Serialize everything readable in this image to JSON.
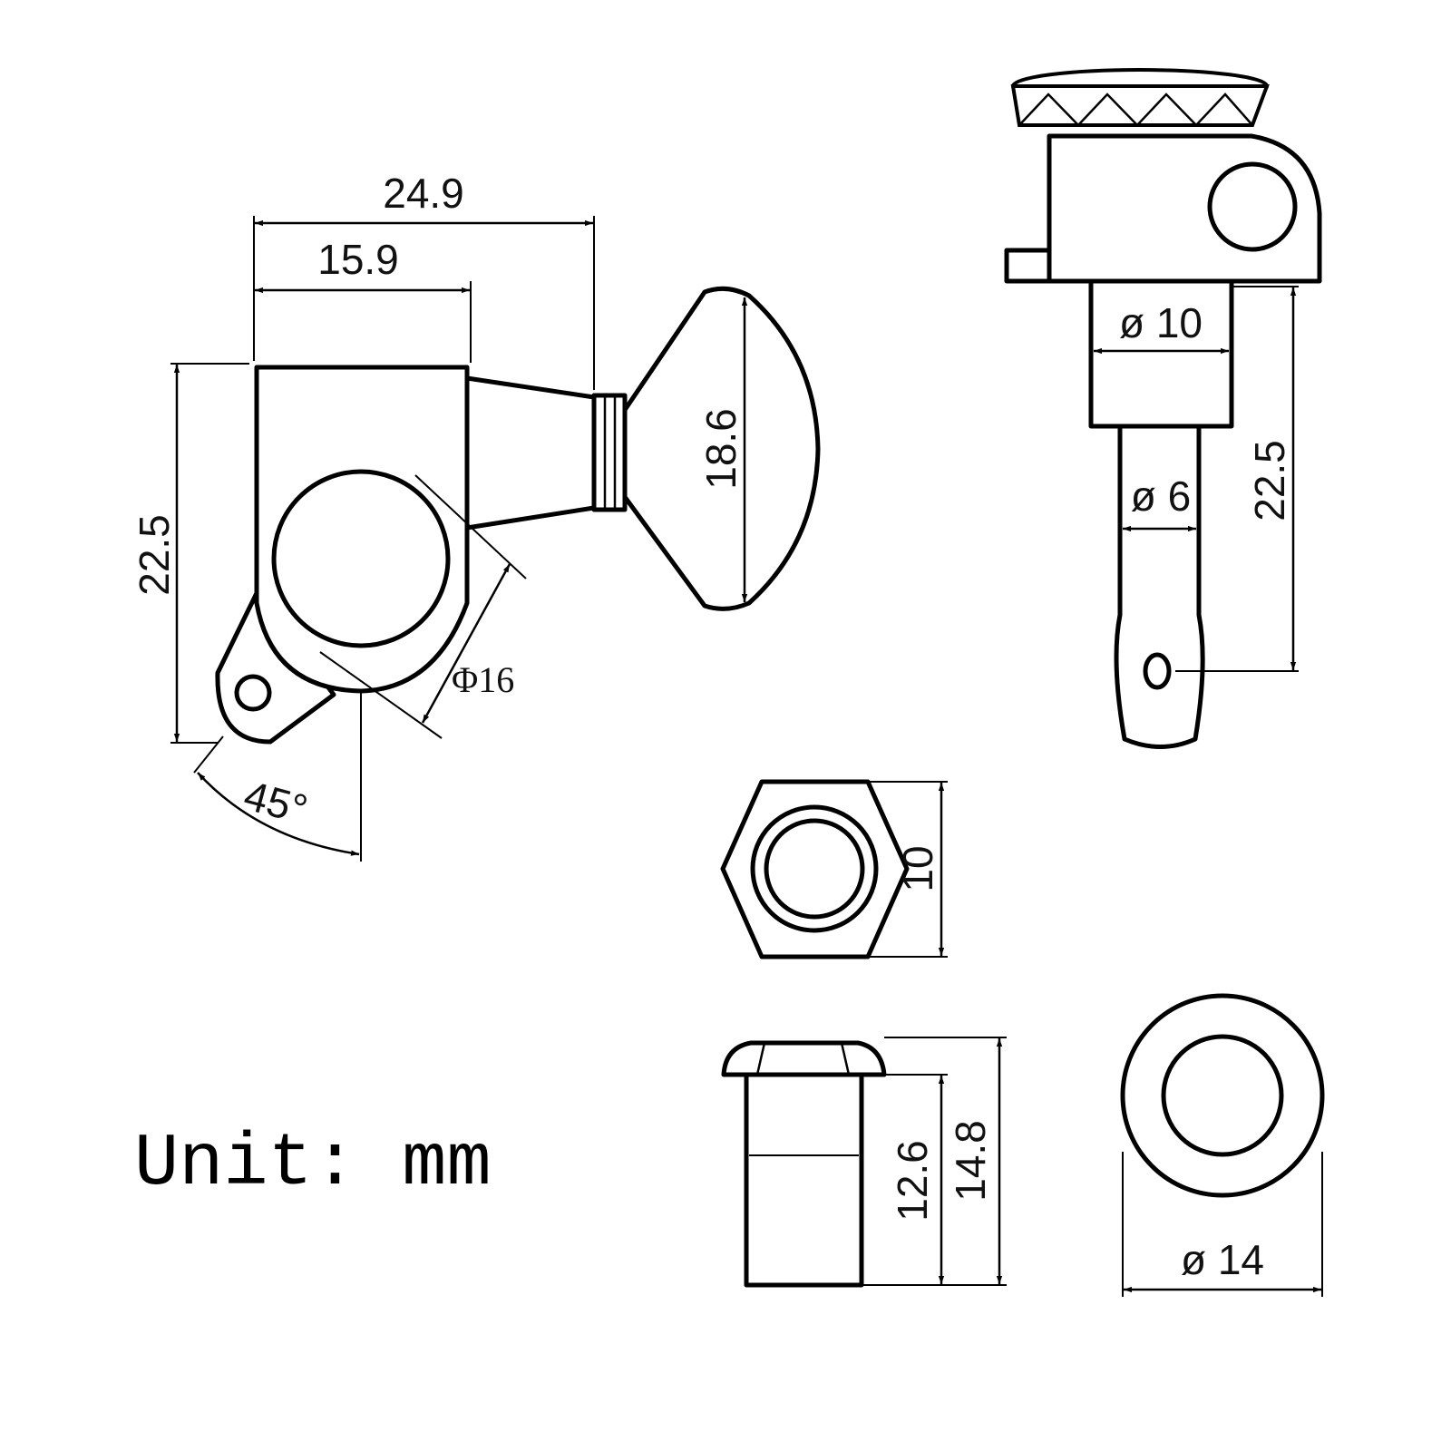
{
  "unit_label": "Unit: mm",
  "tuner_side_view": {
    "dims": {
      "total_width": "24.9",
      "housing_width": "15.9",
      "height": "22.5",
      "button_height": "18.6",
      "gear_diameter": "Φ16",
      "angle": "45°"
    }
  },
  "post_view": {
    "dims": {
      "bushing_diameter": "ø 10",
      "post_diameter": "ø 6",
      "post_height": "22.5"
    }
  },
  "hex_nut": {
    "dims": {
      "width": "10"
    }
  },
  "ferrule_side": {
    "dims": {
      "inner_height": "12.6",
      "total_height": "14.8"
    }
  },
  "washer": {
    "dims": {
      "diameter": "ø 14"
    }
  },
  "colors": {
    "line": "#000000",
    "background": "#ffffff"
  }
}
